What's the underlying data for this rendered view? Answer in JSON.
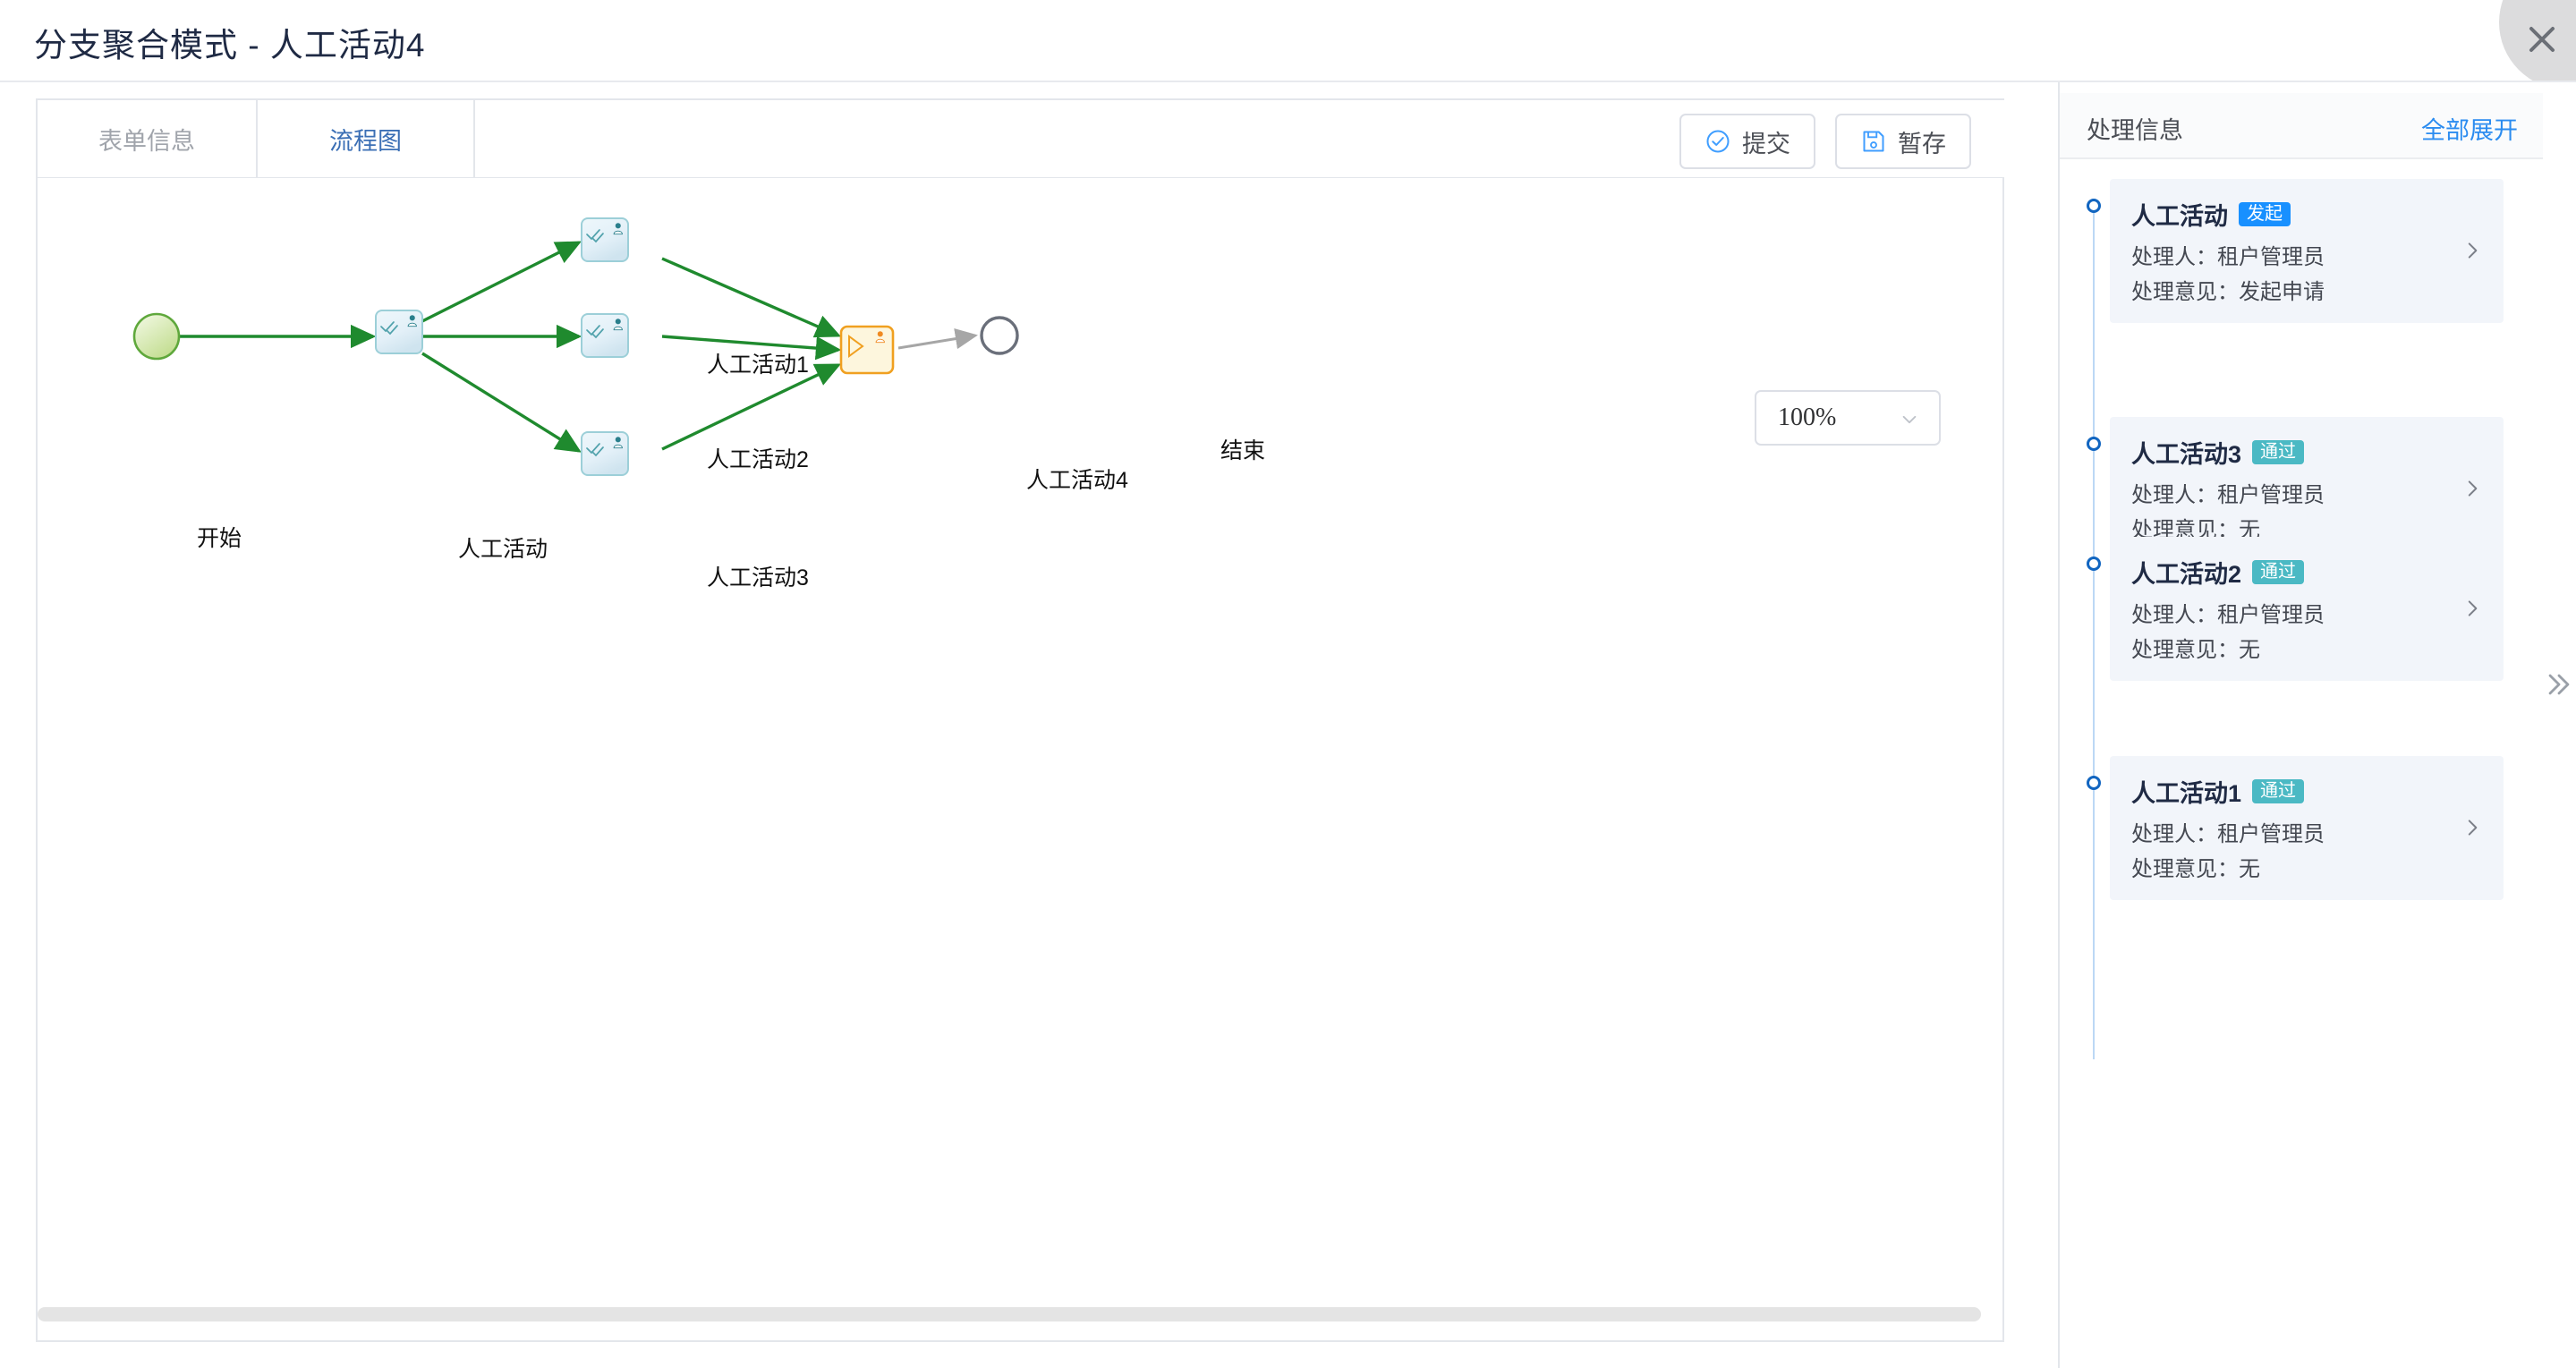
{
  "window": {
    "title": "分支聚合模式 - 人工活动4",
    "close_icon": "close-icon"
  },
  "tabs": [
    {
      "label": "表单信息",
      "active": false
    },
    {
      "label": "流程图",
      "active": true
    }
  ],
  "toolbar": {
    "submit_label": "提交",
    "submit_icon": "check-circle-icon",
    "save_label": "暂存",
    "save_icon": "save-icon"
  },
  "canvas": {
    "zoom_value": "100%",
    "zoom_chevron_icon": "chevron-down-icon",
    "vertical_scrollbar": "vertical-scrollbar",
    "horizontal_scrollbar": "horizontal-scrollbar"
  },
  "diagram": {
    "nodes": [
      {
        "id": "start",
        "label": "开始",
        "type": "start"
      },
      {
        "id": "t0",
        "label": "人工活动",
        "type": "task-done"
      },
      {
        "id": "t1",
        "label": "人工活动1",
        "type": "task-done"
      },
      {
        "id": "t2",
        "label": "人工活动2",
        "type": "task-done"
      },
      {
        "id": "t3",
        "label": "人工活动3",
        "type": "task-done"
      },
      {
        "id": "t4",
        "label": "人工活动4",
        "type": "task-current"
      },
      {
        "id": "end",
        "label": "结束",
        "type": "end"
      }
    ],
    "edge_color_done": "#1f8a2e",
    "edge_color_pending": "#a6a6a6",
    "current_node_border": "#f0a020",
    "current_node_fill": "#fdf6dd",
    "done_node_border": "#9ccfd8",
    "start_node_fill": "#ddeebb"
  },
  "right_panel": {
    "title": "处理信息",
    "expand_all_label": "全部展开",
    "chevron_icon": "chevron-right-icon",
    "collapse_handle_icon": "double-chevron-right-icon",
    "items": [
      {
        "name": "人工活动",
        "badge": "发起",
        "badge_type": "start",
        "assignee_label": "处理人：",
        "assignee": "租户管理员",
        "comment_label": "处理意见：",
        "comment": "发起申请"
      },
      {
        "name": "人工活动3",
        "badge": "通过",
        "badge_type": "pass",
        "assignee_label": "处理人：",
        "assignee": "租户管理员",
        "comment_label": "处理意见：",
        "comment": "无"
      },
      {
        "name": "人工活动2",
        "badge": "通过",
        "badge_type": "pass",
        "assignee_label": "处理人：",
        "assignee": "租户管理员",
        "comment_label": "处理意见：",
        "comment": "无"
      },
      {
        "name": "人工活动1",
        "badge": "通过",
        "badge_type": "pass",
        "assignee_label": "处理人：",
        "assignee": "租户管理员",
        "comment_label": "处理意见：",
        "comment": "无"
      }
    ]
  }
}
